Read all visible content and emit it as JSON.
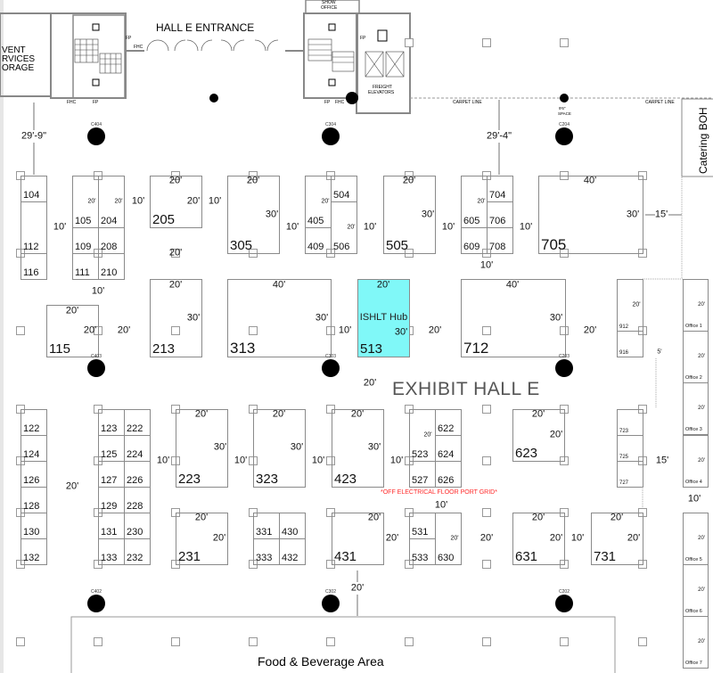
{
  "header": {
    "hall_entrance": "HALL E ENTRANCE",
    "show_office": [
      "SHOW",
      "OFFICE"
    ],
    "freight_elevators": [
      "FREIGHT",
      "ELEVATORS"
    ],
    "storage": [
      "VENT",
      "RVICES",
      "ORAGE"
    ],
    "carpet_line": "CARPET LINE",
    "space_note": [
      "9'6\"",
      "SPACE"
    ],
    "fhc": "FHC",
    "fp": "FP"
  },
  "catering": "Catering BOH",
  "hall_title": "EXHIBIT HALL E",
  "notice": "*OFF ELECTRICAL FLOOR PORT GRID*",
  "notice_color": "#ff2a2a",
  "highlight_color": "#80f8f8",
  "food_area": "Food & Beverage Area",
  "booths": [
    {
      "number": "104"
    },
    {
      "number": "112"
    },
    {
      "number": "116"
    },
    {
      "number": "105"
    },
    {
      "number": "204"
    },
    {
      "number": "109"
    },
    {
      "number": "208"
    },
    {
      "number": "111"
    },
    {
      "number": "210"
    },
    {
      "number": "205"
    },
    {
      "number": "305"
    },
    {
      "number": "405"
    },
    {
      "number": "409"
    },
    {
      "number": "504"
    },
    {
      "number": "506"
    },
    {
      "number": "505"
    },
    {
      "number": "605"
    },
    {
      "number": "609"
    },
    {
      "number": "704"
    },
    {
      "number": "706"
    },
    {
      "number": "708"
    },
    {
      "number": "705"
    },
    {
      "number": "115"
    },
    {
      "number": "213"
    },
    {
      "number": "313"
    },
    {
      "number": "513",
      "name": "ISHLT Hub",
      "highlighted": true
    },
    {
      "number": "712"
    },
    {
      "number": "912"
    },
    {
      "number": "916"
    },
    {
      "number": "122"
    },
    {
      "number": "124"
    },
    {
      "number": "126"
    },
    {
      "number": "128"
    },
    {
      "number": "130"
    },
    {
      "number": "132"
    },
    {
      "number": "123"
    },
    {
      "number": "125"
    },
    {
      "number": "127"
    },
    {
      "number": "129"
    },
    {
      "number": "131"
    },
    {
      "number": "133"
    },
    {
      "number": "222"
    },
    {
      "number": "224"
    },
    {
      "number": "226"
    },
    {
      "number": "228"
    },
    {
      "number": "230"
    },
    {
      "number": "232"
    },
    {
      "number": "223"
    },
    {
      "number": "323"
    },
    {
      "number": "423"
    },
    {
      "number": "523"
    },
    {
      "number": "527"
    },
    {
      "number": "622"
    },
    {
      "number": "624"
    },
    {
      "number": "626"
    },
    {
      "number": "623"
    },
    {
      "number": "723"
    },
    {
      "number": "725"
    },
    {
      "number": "727"
    },
    {
      "number": "231"
    },
    {
      "number": "331"
    },
    {
      "number": "333"
    },
    {
      "number": "430"
    },
    {
      "number": "432"
    },
    {
      "number": "431"
    },
    {
      "number": "531"
    },
    {
      "number": "533"
    },
    {
      "number": "630"
    },
    {
      "number": "631"
    },
    {
      "number": "731"
    }
  ],
  "offices": [
    {
      "name": "Office 1",
      "dim": "20'"
    },
    {
      "name": "Office 2",
      "dim": "20'"
    },
    {
      "name": "Office 3",
      "dim": "20'"
    },
    {
      "name": "Office 4",
      "dim": "20'"
    },
    {
      "name": "Office 5",
      "dim": "20'"
    },
    {
      "name": "Office 6",
      "dim": "20'"
    },
    {
      "name": "Office 7",
      "dim": "20'"
    }
  ],
  "columns": [
    "C404",
    "C304",
    "C204",
    "C403",
    "C303",
    "C203",
    "C402",
    "C302",
    "C202"
  ],
  "dimensions": [
    "29'-9\"",
    "29'-4\"",
    "20'",
    "20'",
    "10'",
    "10'",
    "10'",
    "20'",
    "20'",
    "20'",
    "30'",
    "10'",
    "20'",
    "20'",
    "10'",
    "20'",
    "30'",
    "10'",
    "20'",
    "10'",
    "10'",
    "40'",
    "30'",
    "15'",
    "20'",
    "10'",
    "20'",
    "20'",
    "20'",
    "20'",
    "30'",
    "40'",
    "30'",
    "10'",
    "20'",
    "30'",
    "20'",
    "40'",
    "30'",
    "20'",
    "20'",
    "5'",
    "20'",
    "20'",
    "20'",
    "30'",
    "10'",
    "20'",
    "30'",
    "10'",
    "20'",
    "30'",
    "10'",
    "20'",
    "10'",
    "20'",
    "20'",
    "15'",
    "10'",
    "10'",
    "20'",
    "20'",
    "20'",
    "20'",
    "20'",
    "20'",
    "20'",
    "20'",
    "10'",
    "20'",
    "20'",
    "20'"
  ]
}
